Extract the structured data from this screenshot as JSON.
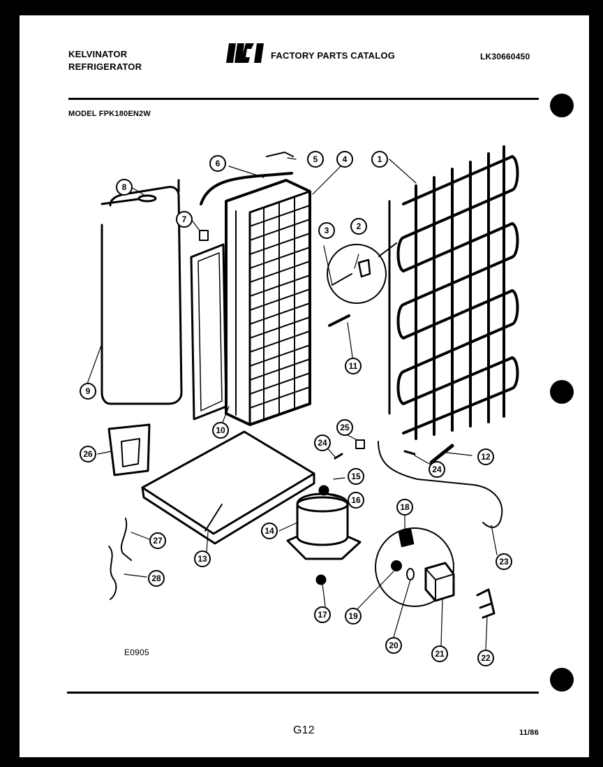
{
  "header": {
    "brand_line1": "KELVINATOR",
    "brand_line2": "REFRIGERATOR",
    "catalog_title": "FACTORY PARTS CATALOG",
    "catalog_number": "LK30660450",
    "model": "MODEL FPK180EN2W"
  },
  "footer": {
    "diagram_code": "E0905",
    "page": "G12",
    "date": "11/86"
  },
  "callouts": [
    "1",
    "2",
    "3",
    "4",
    "5",
    "6",
    "7",
    "8",
    "9",
    "10",
    "11",
    "12",
    "13",
    "14",
    "15",
    "16",
    "17",
    "18",
    "19",
    "20",
    "21",
    "22",
    "23",
    "24",
    "24",
    "25",
    "26",
    "27",
    "28"
  ]
}
